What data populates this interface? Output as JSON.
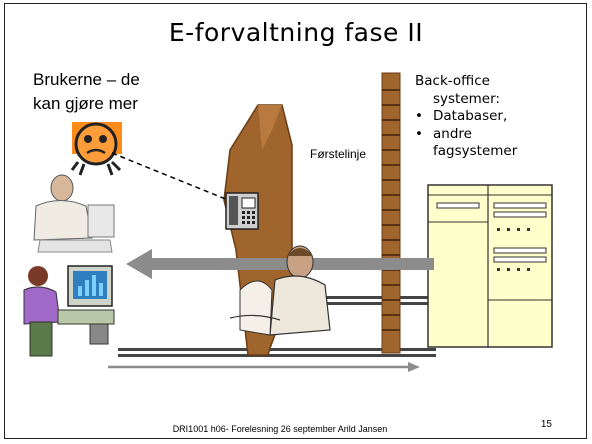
{
  "title": "E-forvaltning fase II",
  "users": {
    "line1": "Brukerne – de",
    "line2": "kan gjøre mer"
  },
  "backoffice": {
    "line1": "Back-office",
    "line2": "systemer:",
    "bullets": [
      "Databaser,",
      "andre"
    ],
    "line_last": "fagsystemer"
  },
  "frontline_label": "Førstelinje",
  "footer": "DRI1001 h06- Forelesning 26 september  Arild Jansen",
  "page_number": "15",
  "colors": {
    "column_brown": "#a0642d",
    "column_dark": "#6b3d14",
    "arrow_gray": "#8c8c8c",
    "server_fill": "#ffffcc",
    "emoji_orange": "#ff8c1a"
  }
}
